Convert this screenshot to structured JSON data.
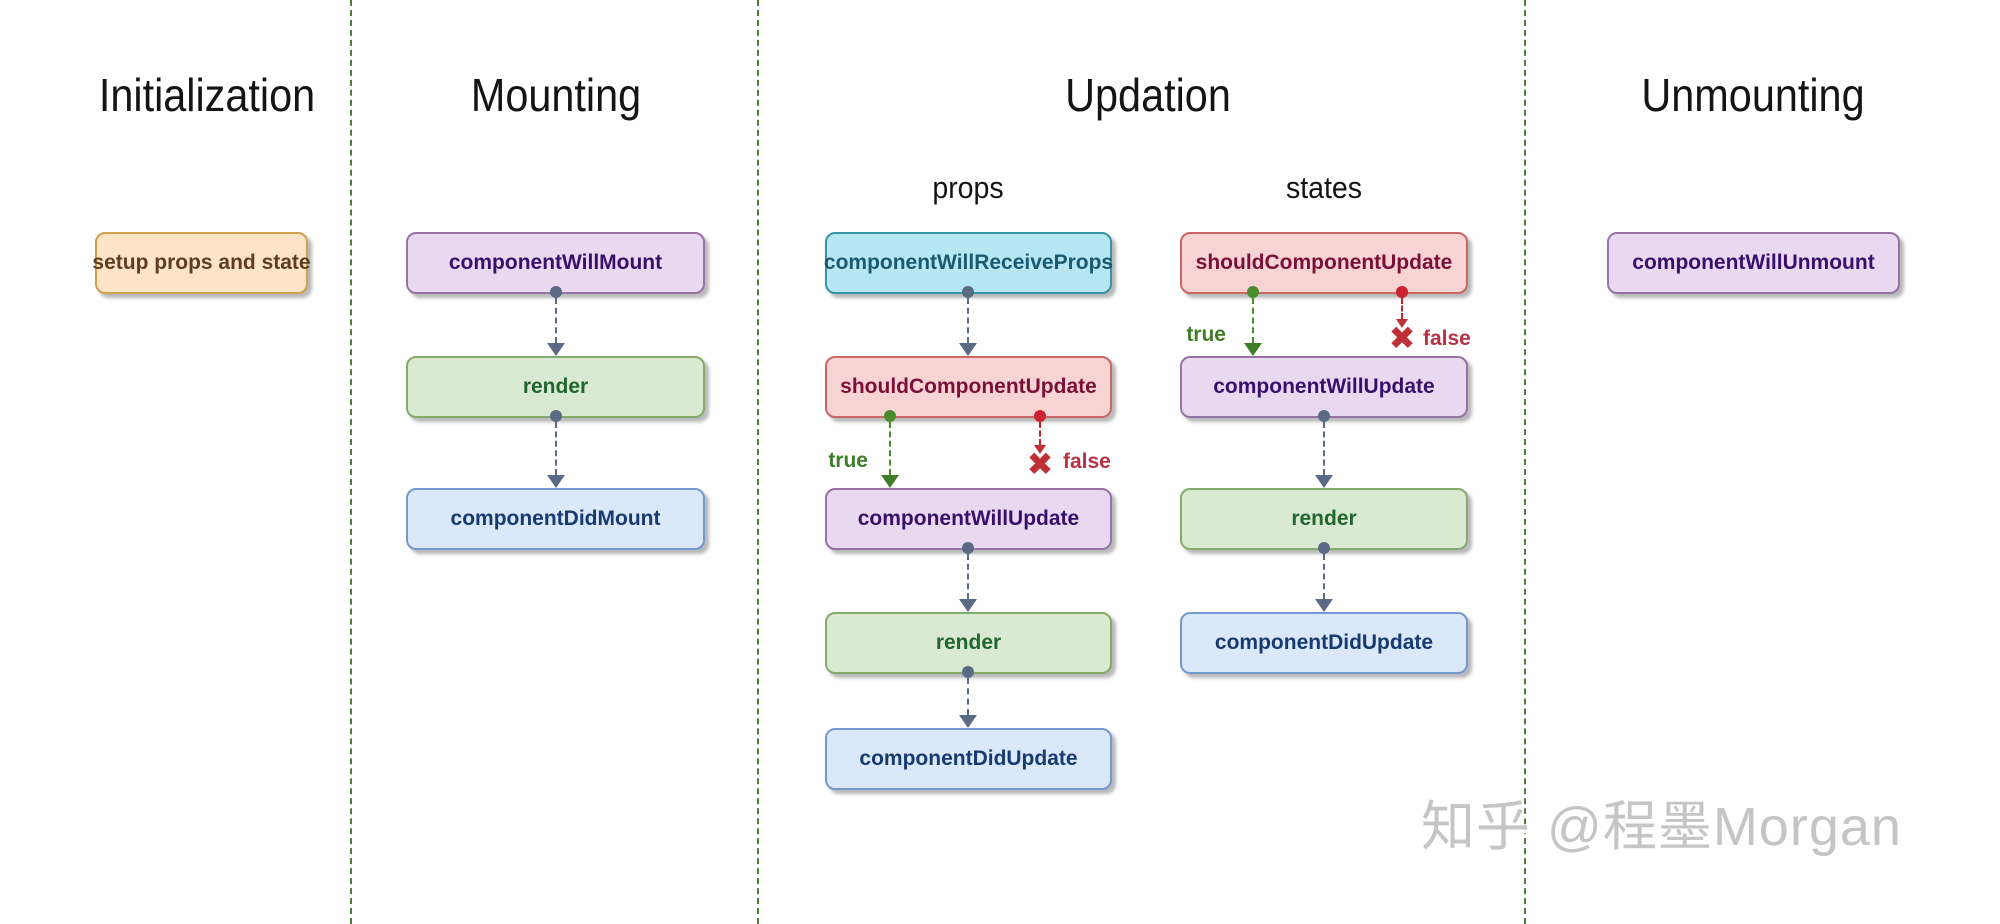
{
  "sections": {
    "initialization": {
      "title": "Initialization",
      "nodes": [
        {
          "label": "setup props and state",
          "type": "setup"
        }
      ]
    },
    "mounting": {
      "title": "Mounting",
      "nodes": [
        {
          "label": "componentWillMount",
          "type": "lifecycle-will"
        },
        {
          "label": "render",
          "type": "render"
        },
        {
          "label": "componentDidMount",
          "type": "lifecycle-did"
        }
      ]
    },
    "updation": {
      "title": "Updation",
      "props_column": {
        "subtitle": "props",
        "nodes": [
          {
            "label": "componentWillReceiveProps",
            "type": "receive-props"
          },
          {
            "label": "shouldComponentUpdate",
            "type": "should-update"
          },
          {
            "label": "componentWillUpdate",
            "type": "lifecycle-will"
          },
          {
            "label": "render",
            "type": "render"
          },
          {
            "label": "componentDidUpdate",
            "type": "lifecycle-did"
          }
        ],
        "branch": {
          "true_label": "true",
          "false_label": "false"
        }
      },
      "states_column": {
        "subtitle": "states",
        "nodes": [
          {
            "label": "shouldComponentUpdate",
            "type": "should-update"
          },
          {
            "label": "componentWillUpdate",
            "type": "lifecycle-will"
          },
          {
            "label": "render",
            "type": "render"
          },
          {
            "label": "componentDidUpdate",
            "type": "lifecycle-did"
          }
        ],
        "branch": {
          "true_label": "true",
          "false_label": "false"
        }
      }
    },
    "unmounting": {
      "title": "Unmounting",
      "nodes": [
        {
          "label": "componentWillUnmount",
          "type": "lifecycle-will"
        }
      ]
    }
  },
  "watermark": {
    "text": "知乎 @程墨Morgan"
  },
  "colors": {
    "background": "#ffffff",
    "separator_dash": "#4e7d3e",
    "flow_arrow": "#5a6a85",
    "true_branch": "#3f7d28",
    "false_branch": "#bf3036",
    "node_setup_bg": "#fce4c8",
    "node_setup_border": "#d2a04b",
    "node_purple_bg": "#e8d9f0",
    "node_purple_border": "#9673a6",
    "node_green_bg": "#d9e9d2",
    "node_green_border": "#84aa6c",
    "node_blue_bg": "#dbe8fa",
    "node_blue_border": "#7499cf",
    "node_cyan_bg": "#b8e7f4",
    "node_cyan_border": "#3b93a8",
    "node_red_bg": "#f8d3d3",
    "node_red_border": "#c96762",
    "title_text": "#141414",
    "watermark_text": "#c5c5c5"
  }
}
